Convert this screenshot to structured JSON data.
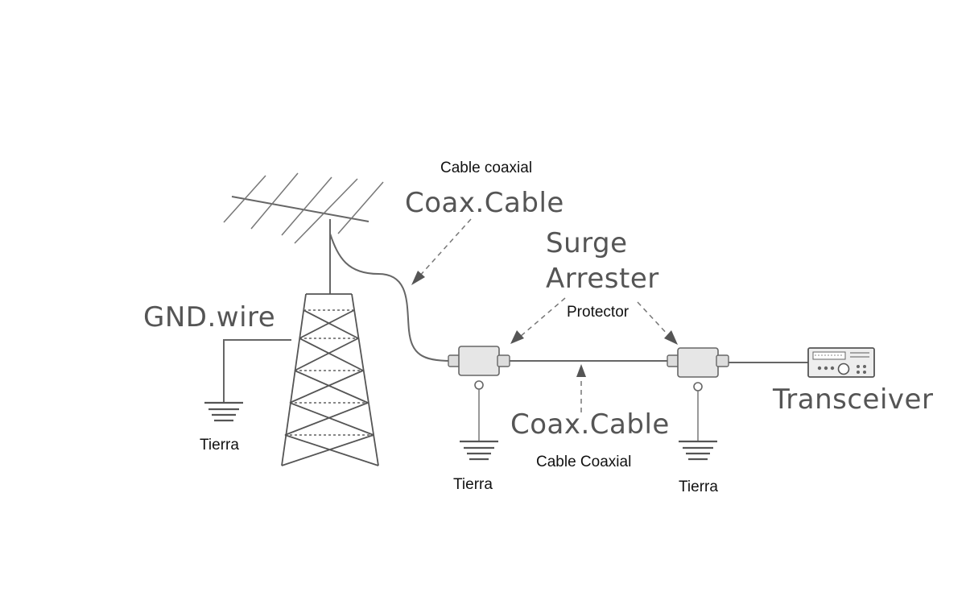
{
  "labels": {
    "cable_coaxial_top": "Cable coaxial",
    "coax_cable_top": "Coax.Cable",
    "surge": "Surge",
    "arrester": "Arrester",
    "protector": "Protector",
    "gnd_wire": "GND.wire",
    "tierra_left": "Tierra",
    "tierra_mid": "Tierra",
    "tierra_right": "Tierra",
    "coax_cable_bottom": "Coax.Cable",
    "cable_coaxial_bottom": "Cable Coaxial",
    "transceiver": "Transceiver"
  },
  "colors": {
    "background": "#ffffff",
    "line": "#666666",
    "english_text": "#555555",
    "spanish_text": "#111111"
  },
  "icons": [
    "yagi-antenna-icon",
    "lattice-tower-icon",
    "surge-arrester-icon",
    "ground-symbol-icon",
    "transceiver-radio-icon"
  ]
}
